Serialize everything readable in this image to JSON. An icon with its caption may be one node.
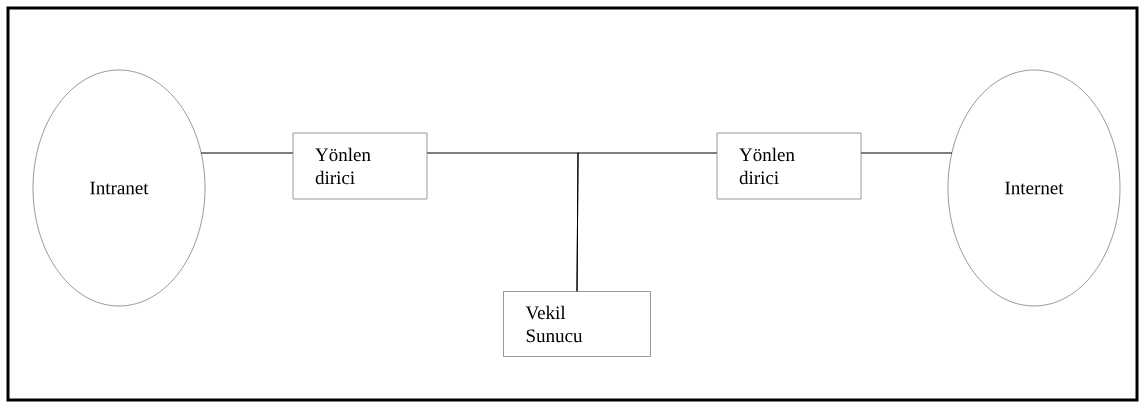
{
  "diagram": {
    "nodes": [
      {
        "text": [
          "Intranet"
        ]
      },
      {
        "text": [
          "Yönlen dirici"
        ]
      },
      {
        "text": [
          "Vekil Sunucu"
        ]
      },
      {
        "text": [
          "Yönlen dirici"
        ]
      },
      {
        "text": [
          "Internet"
        ]
      }
    ],
    "edges": [
      {
        "from": 0,
        "to": 1,
        "arrow": "none"
      },
      {
        "from": 1,
        "to": 2,
        "arrow": "none"
      },
      {
        "from": 2,
        "to": 3,
        "arrow": "none"
      },
      {
        "from": 3,
        "to": 4,
        "arrow": "none"
      }
    ]
  }
}
